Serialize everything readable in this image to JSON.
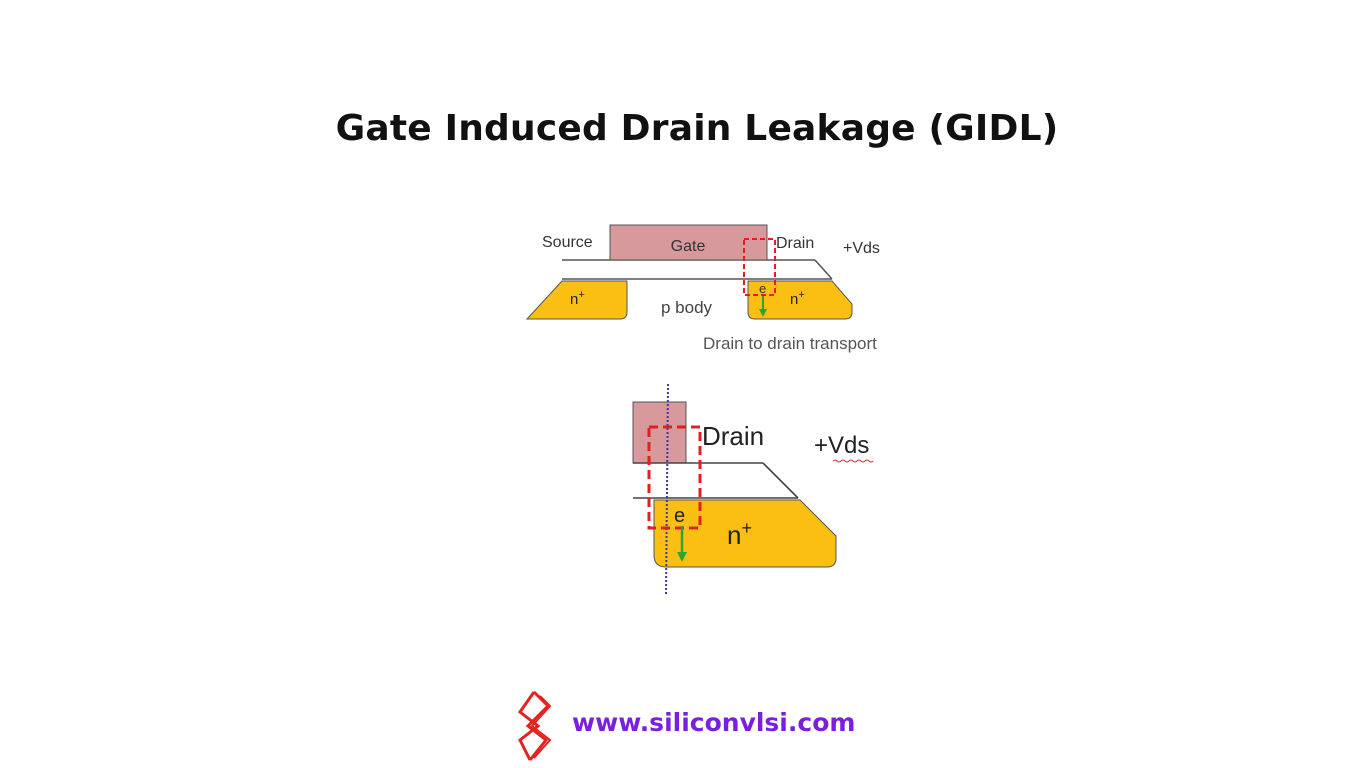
{
  "title": "Gate Induced Drain Leakage (GIDL)",
  "diagram_top": {
    "source_label": "Source",
    "gate_label": "Gate",
    "drain_label": "Drain",
    "vds_label": "+Vds",
    "nplus_left": "n+",
    "nplus_right": "n+",
    "body_label": "p body",
    "electron_label": "e",
    "caption": "Drain to drain transport"
  },
  "diagram_zoom": {
    "drain_label": "Drain",
    "vds_label": "+Vds",
    "nplus_label": "n+",
    "electron_label": "e"
  },
  "colors": {
    "gate_fill": "#d8999c",
    "nplus_fill": "#fbbf14",
    "highlight_box": "#e02020",
    "electron_arrow": "#2fa52f",
    "guide_line": "#3a3aa0",
    "url": "#7a1fe0",
    "logo": "#e4231f"
  },
  "footer": {
    "logo_icon": "lightning-bolt-icon",
    "url": "www.siliconvlsi.com"
  }
}
